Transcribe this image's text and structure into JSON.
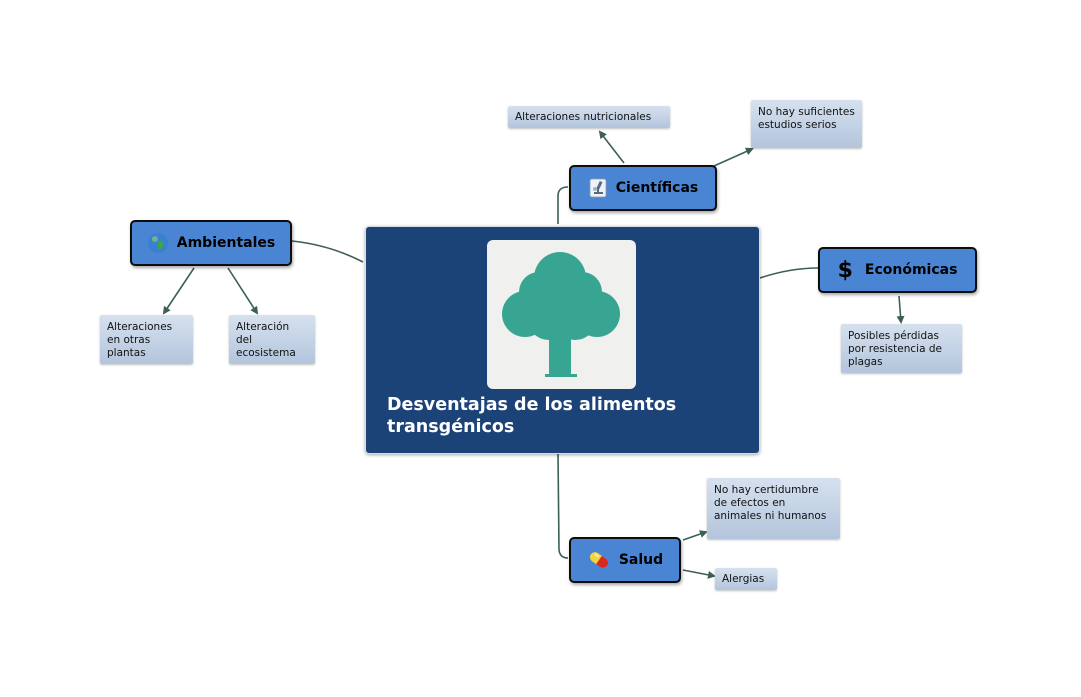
{
  "central": {
    "title": "Desventajas de los alimentos transgénicos",
    "image": "tree-icon"
  },
  "topics": {
    "cientificas": {
      "label": "Científicas",
      "icon": "microscope-icon"
    },
    "ambientales": {
      "label": "Ambientales",
      "icon": "globe-icon"
    },
    "economicas": {
      "label": "Económicas",
      "icon": "dollar-icon"
    },
    "salud": {
      "label": "Salud",
      "icon": "pill-icon"
    }
  },
  "subtopics": {
    "alteraciones_nutricionales": "Alteraciones nutricionales",
    "no_hay_estudios": "No hay suficientes estudios serios",
    "alteraciones_otras_plantas": "Alteraciones en otras plantas",
    "alteracion_ecosistema": "Alteración del ecosistema",
    "perdidas_plagas": "Posibles pérdidas por resistencia de plagas",
    "no_certidumbre": "No hay certidumbre de efectos en animales ni humanos",
    "alergias": "Alergias"
  },
  "colors": {
    "central_bg": "#1c4378",
    "topic_bg": "#4a85d4",
    "subtopic_bg": "#c4d3e6",
    "connector": "#3d5f59",
    "tree": "#37a591"
  }
}
